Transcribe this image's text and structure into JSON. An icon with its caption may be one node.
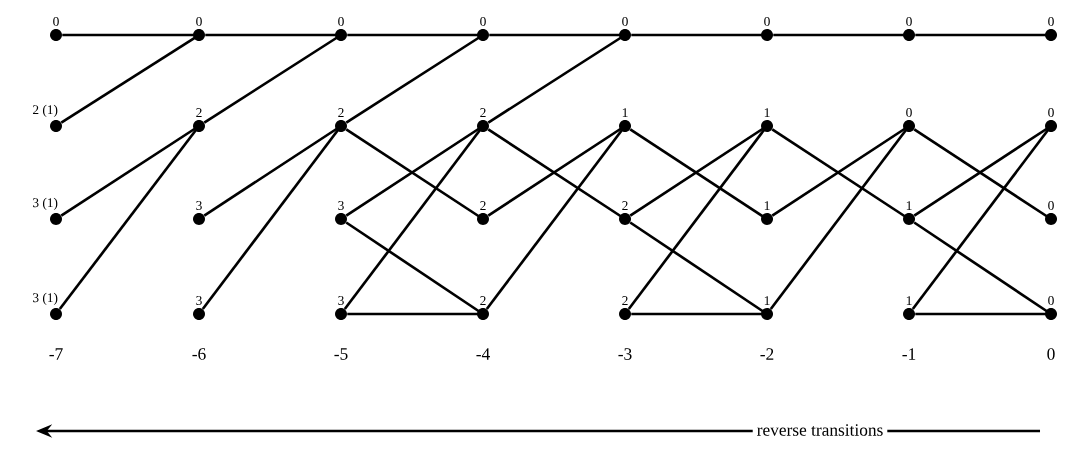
{
  "diagram": {
    "nodes": [
      {
        "text": [],
        "shape": "circle",
        "beside": [
          "0"
        ]
      },
      {
        "text": [],
        "shape": "circle",
        "beside": [
          "0"
        ]
      },
      {
        "text": [],
        "shape": "circle",
        "beside": [
          "0"
        ]
      },
      {
        "text": [],
        "shape": "circle",
        "beside": [
          "0"
        ]
      },
      {
        "text": [],
        "shape": "circle",
        "beside": [
          "0"
        ]
      },
      {
        "text": [],
        "shape": "circle",
        "beside": [
          "0"
        ]
      },
      {
        "text": [],
        "shape": "circle",
        "beside": [
          "0"
        ]
      },
      {
        "text": [],
        "shape": "circle",
        "beside": [
          "0"
        ]
      },
      {
        "text": [],
        "shape": "circle",
        "beside": [
          "2 (1)"
        ]
      },
      {
        "text": [],
        "shape": "circle",
        "beside": [
          "2"
        ]
      },
      {
        "text": [],
        "shape": "circle",
        "beside": [
          "2"
        ]
      },
      {
        "text": [],
        "shape": "circle",
        "beside": [
          "2"
        ]
      },
      {
        "text": [],
        "shape": "circle",
        "beside": [
          "1"
        ]
      },
      {
        "text": [],
        "shape": "circle",
        "beside": [
          "1"
        ]
      },
      {
        "text": [],
        "shape": "circle",
        "beside": [
          "0"
        ]
      },
      {
        "text": [],
        "shape": "circle",
        "beside": [
          "0"
        ]
      },
      {
        "text": [],
        "shape": "circle",
        "beside": [
          "3 (1)"
        ]
      },
      {
        "text": [],
        "shape": "circle",
        "beside": [
          "3"
        ]
      },
      {
        "text": [],
        "shape": "circle",
        "beside": [
          "3"
        ]
      },
      {
        "text": [],
        "shape": "circle",
        "beside": [
          "2"
        ]
      },
      {
        "text": [],
        "shape": "circle",
        "beside": [
          "2"
        ]
      },
      {
        "text": [],
        "shape": "circle",
        "beside": [
          "1"
        ]
      },
      {
        "text": [],
        "shape": "circle",
        "beside": [
          "1"
        ]
      },
      {
        "text": [],
        "shape": "circle",
        "beside": [
          "0"
        ]
      },
      {
        "text": [],
        "shape": "circle",
        "beside": [
          "3 (1)"
        ]
      },
      {
        "text": [],
        "shape": "circle",
        "beside": [
          "3"
        ]
      },
      {
        "text": [],
        "shape": "circle",
        "beside": [
          "3"
        ]
      },
      {
        "text": [],
        "shape": "circle",
        "beside": [
          "2"
        ]
      },
      {
        "text": [],
        "shape": "circle",
        "beside": [
          "2"
        ]
      },
      {
        "text": [],
        "shape": "circle",
        "beside": [
          "1"
        ]
      },
      {
        "text": [],
        "shape": "circle",
        "beside": [
          "1"
        ]
      },
      {
        "text": [],
        "shape": "circle",
        "beside": [
          "0"
        ]
      }
    ],
    "edges": [
      {
        "from": 0,
        "to": 1,
        "arrow": "none"
      },
      {
        "from": 1,
        "to": 2,
        "arrow": "none"
      },
      {
        "from": 2,
        "to": 3,
        "arrow": "none"
      },
      {
        "from": 3,
        "to": 4,
        "arrow": "none"
      },
      {
        "from": 4,
        "to": 5,
        "arrow": "none"
      },
      {
        "from": 5,
        "to": 6,
        "arrow": "none"
      },
      {
        "from": 6,
        "to": 7,
        "arrow": "none"
      },
      {
        "from": 8,
        "to": 1,
        "arrow": "none"
      },
      {
        "from": 9,
        "to": 2,
        "arrow": "none"
      },
      {
        "from": 10,
        "to": 3,
        "arrow": "none"
      },
      {
        "from": 11,
        "to": 4,
        "arrow": "none"
      },
      {
        "from": 16,
        "to": 9,
        "arrow": "none"
      },
      {
        "from": 24,
        "to": 9,
        "arrow": "none"
      },
      {
        "from": 17,
        "to": 10,
        "arrow": "none"
      },
      {
        "from": 25,
        "to": 10,
        "arrow": "none"
      },
      {
        "from": 10,
        "to": 19,
        "arrow": "none"
      },
      {
        "from": 18,
        "to": 11,
        "arrow": "none"
      },
      {
        "from": 26,
        "to": 11,
        "arrow": "none"
      },
      {
        "from": 18,
        "to": 27,
        "arrow": "none"
      },
      {
        "from": 26,
        "to": 27,
        "arrow": "none"
      },
      {
        "from": 11,
        "to": 20,
        "arrow": "none"
      },
      {
        "from": 19,
        "to": 12,
        "arrow": "none"
      },
      {
        "from": 27,
        "to": 12,
        "arrow": "none"
      },
      {
        "from": 12,
        "to": 21,
        "arrow": "none"
      },
      {
        "from": 20,
        "to": 13,
        "arrow": "none"
      },
      {
        "from": 20,
        "to": 29,
        "arrow": "none"
      },
      {
        "from": 28,
        "to": 13,
        "arrow": "none"
      },
      {
        "from": 28,
        "to": 29,
        "arrow": "none"
      },
      {
        "from": 13,
        "to": 22,
        "arrow": "none"
      },
      {
        "from": 21,
        "to": 14,
        "arrow": "none"
      },
      {
        "from": 29,
        "to": 14,
        "arrow": "none"
      },
      {
        "from": 14,
        "to": 23,
        "arrow": "none"
      },
      {
        "from": 22,
        "to": 15,
        "arrow": "none"
      },
      {
        "from": 22,
        "to": 31,
        "arrow": "none"
      },
      {
        "from": 30,
        "to": 15,
        "arrow": "none"
      },
      {
        "from": 30,
        "to": 31,
        "arrow": "none"
      }
    ],
    "labels": [
      "-7",
      "-6",
      "-5",
      "-4",
      "-3",
      "-2",
      "-1",
      "0",
      "reverse transitions"
    ]
  }
}
